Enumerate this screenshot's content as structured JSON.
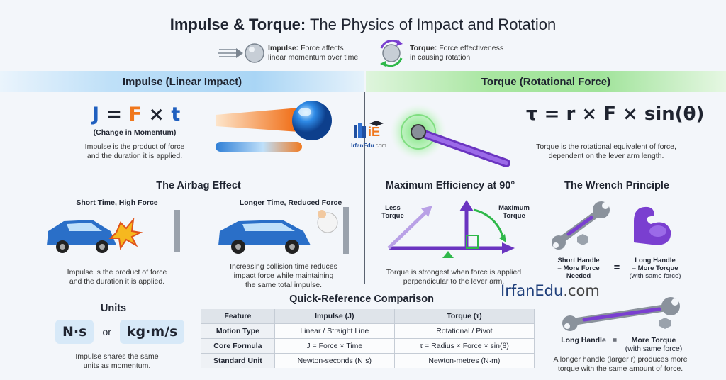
{
  "title": {
    "bold": "Impulse & Torque:",
    "rest": " The Physics of Impact and Rotation"
  },
  "legend": {
    "impulse_label": "Impulse:",
    "impulse_text_1": " Force affects",
    "impulse_text_2": "linear momentum over time",
    "torque_label": "Torque:",
    "torque_text_1": " Force effectiveness",
    "torque_text_2": "in causing rotation"
  },
  "impulse": {
    "header": "Impulse (Linear Impact)",
    "formula_j": "J",
    "formula_eq": "=",
    "formula_f": "F",
    "formula_x": "×",
    "formula_t": "t",
    "formula_caption": "(Change in Momentum)",
    "desc_1": "Impulse is the product of force",
    "desc_2": "and the duration it is applied."
  },
  "torque": {
    "header": "Torque (Rotational Force)",
    "formula": "τ = r × F × sin(θ)",
    "desc_1": "Torque is the rotational equivalent of force,",
    "desc_2": "dependent on the lever arm length."
  },
  "logo_small": {
    "line1": "IrfanEdu",
    "line2": ".com"
  },
  "airbag": {
    "title": "The Airbag Effect",
    "left_label": "Short Time, High Force",
    "right_label": "Longer Time, Reduced Force",
    "left_desc_1": "Impulse is the product of force",
    "left_desc_2": "and the duration it is applied.",
    "right_desc_1": "Increasing collision time reduces",
    "right_desc_2": "impact force while maintaining",
    "right_desc_3": "the same total impulse."
  },
  "efficiency": {
    "title": "Maximum Efficiency at 90°",
    "less_1": "Less",
    "less_2": "Torque",
    "max_1": "Maximum",
    "max_2": "Torque",
    "desc_1": "Torque is strongest when force is applied",
    "desc_2": "perpendicular to the lever arm."
  },
  "wrench": {
    "title": "The Wrench Principle",
    "short_1": "Short Handle",
    "short_2": "= More Force",
    "short_3": "Needed",
    "eq": "=",
    "long_1": "Long Handle",
    "long_2": "= More Torque",
    "long_3": "(with same force)",
    "bottom_long": "Long Handle",
    "bottom_eq": "=",
    "bottom_more": "More Torque",
    "bottom_same": "(with same force)",
    "desc_1": "A longer handle (larger r) produces more",
    "desc_2": "torque with the same amount of force."
  },
  "brand": {
    "name": "IrfanEdu",
    "suffix": ".com"
  },
  "units": {
    "title": "Units",
    "unit_1": "N·s",
    "or": "or",
    "unit_2": "kg·m/s",
    "desc_1": "Impulse shares the same",
    "desc_2": "units as momentum."
  },
  "table": {
    "title": "Quick-Reference Comparison",
    "headers": [
      "Feature",
      "Impulse (J)",
      "Torque (τ)"
    ],
    "rows": [
      [
        "Motion Type",
        "Linear / Straight Line",
        "Rotational / Pivot"
      ],
      [
        "Core Formula",
        "J = Force × Time",
        "τ = Radius × Force × sin(θ)"
      ],
      [
        "Standard Unit",
        "Newton-seconds (N·s)",
        "Newton-metres (N·m)"
      ]
    ]
  },
  "colors": {
    "blue": "#1f5fbf",
    "orange": "#f0771c",
    "purple": "#7a3fd0",
    "green": "#2fb84a"
  }
}
